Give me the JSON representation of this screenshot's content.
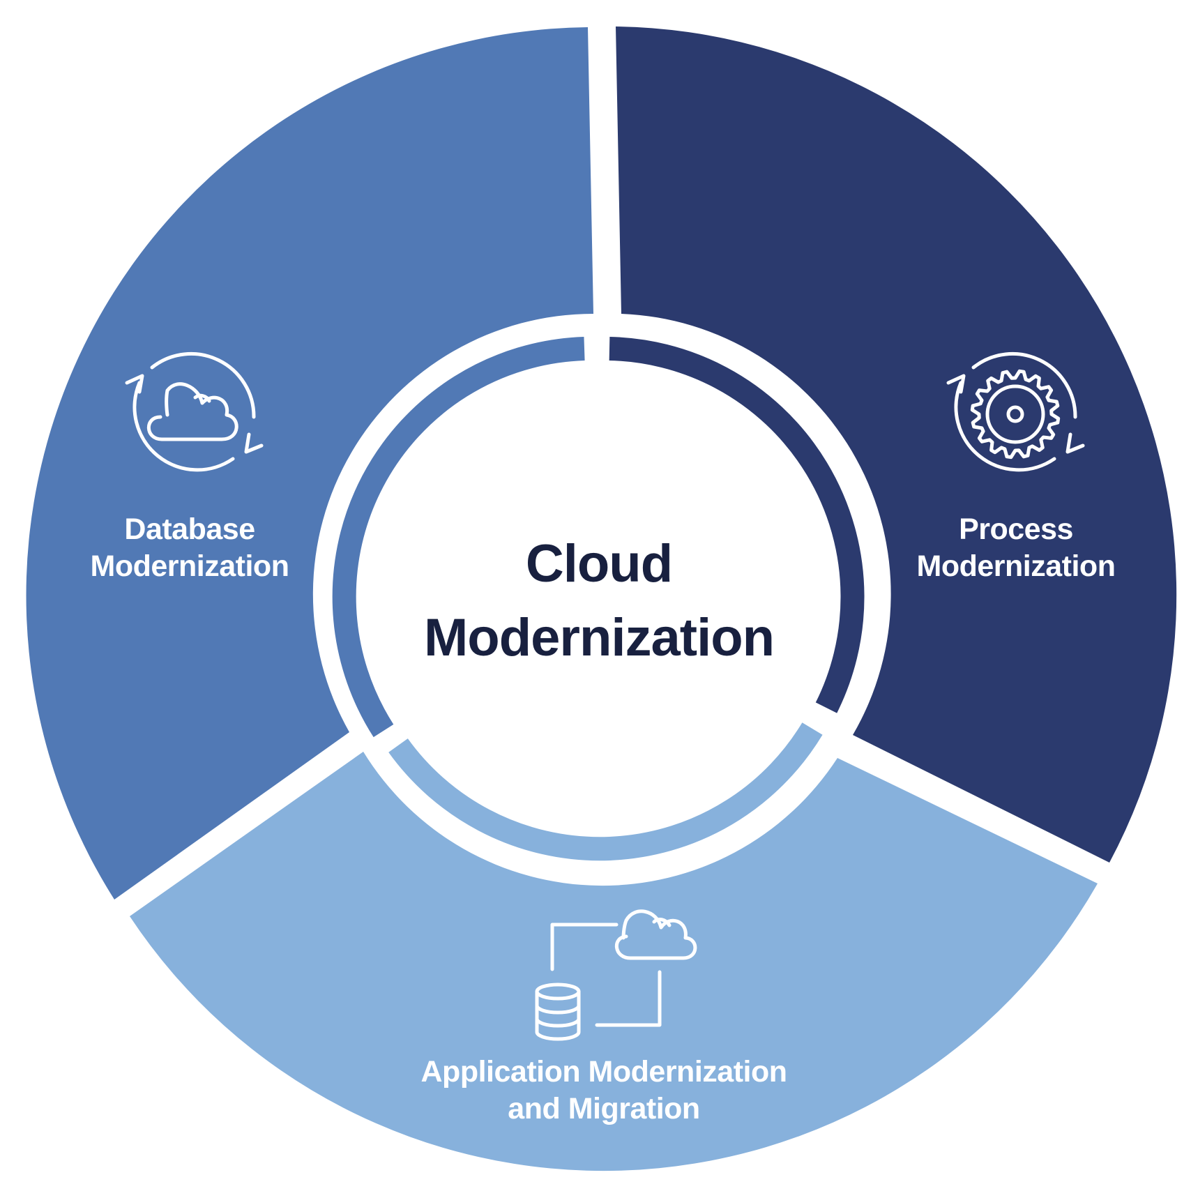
{
  "center": {
    "line1": "Cloud",
    "line2": "Modernization"
  },
  "segments": [
    {
      "id": "database",
      "line1": "Database",
      "line2": "Modernization",
      "color": "#5179b5",
      "icon": "cloud-refresh-icon"
    },
    {
      "id": "process",
      "line1": "Process",
      "line2": "Modernization",
      "color": "#2b3a6e",
      "icon": "gear-refresh-icon"
    },
    {
      "id": "application",
      "line1": "Application Modernization",
      "line2": "and Migration",
      "color": "#87b1dc",
      "icon": "database-to-cloud-icon"
    }
  ],
  "colors": {
    "background": "#ffffff",
    "center_text": "#18203f",
    "label_text": "#ffffff"
  }
}
